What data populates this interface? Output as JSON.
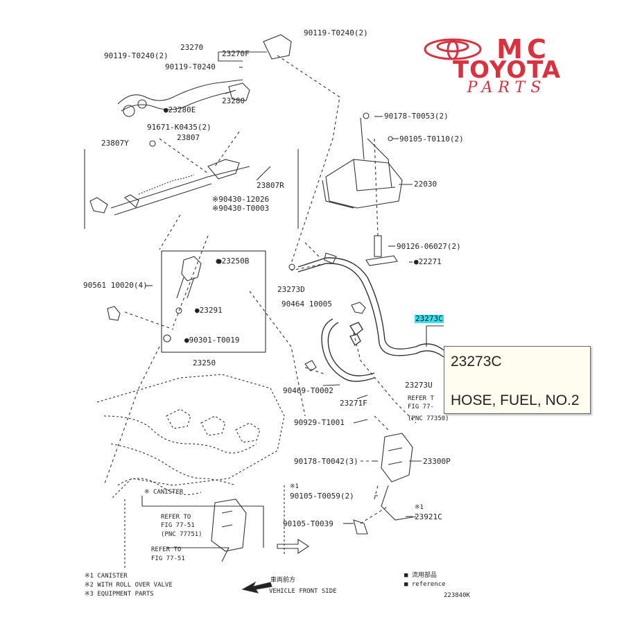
{
  "logo": {
    "line1": "MC",
    "line2": "TOYOTA",
    "line3": "PARTS",
    "color": "#d9323f"
  },
  "highlight_color": "#33e0ef",
  "tooltip": {
    "code": "23273C",
    "name": "HOSE, FUEL, NO.2"
  },
  "labels": {
    "l01": "90119-T0240(2)",
    "l02": "23270",
    "l03": "23270F",
    "l04": "90119-T0240(2)",
    "l05": "90119-T0240",
    "l06": "23280",
    "l07": "●23280E",
    "l08": "91671-K0435(2)",
    "l09": "23807Y",
    "l10": "23807",
    "l11": "23807R",
    "l12": "※90430-12026",
    "l13": "※90430-T0003",
    "l14": "90178-T0053(2)",
    "l15": "90105-T0110(2)",
    "l16": "22030",
    "l17": "90126-06027(2)",
    "l18": "●22271",
    "l19": "●23250B",
    "l20": "90561 10020(4)",
    "l21": "●23291",
    "l22": "●90301-T0019",
    "l23": "23250",
    "l24": "23273D",
    "l25": "90464 10005",
    "l26": "23273C",
    "l27": "90469-T0002",
    "l28": "23271F",
    "l29": "23273U",
    "l30": "REFER T",
    "l31": "FIG 77-",
    "l32": "(PNC 77350)",
    "l33": "90929-T1001",
    "l34": "90178-T0042(3)",
    "l35": "23300P",
    "l36": "※1",
    "l37": "90105-T0059(2)",
    "l38": "※1",
    "l39": "23921C",
    "l40": "90105-T0039",
    "l41": "※ CANISTER",
    "l42": "REFER TO",
    "l43": "FIG 77-51",
    "l44": "(PNC 77751)",
    "l45": "REFER TO",
    "l46": "FIG 77-51",
    "l47": "※1 CANISTER",
    "l48": "※2 WITH ROLL OVER VALVE",
    "l49": "※3 EQUIPMENT PARTS",
    "l50": "車両前方",
    "l51": "VEHICLE FRONT SIDE",
    "l52": "■ 流用部品",
    "l53": "■ reference",
    "l54": "223840K"
  }
}
